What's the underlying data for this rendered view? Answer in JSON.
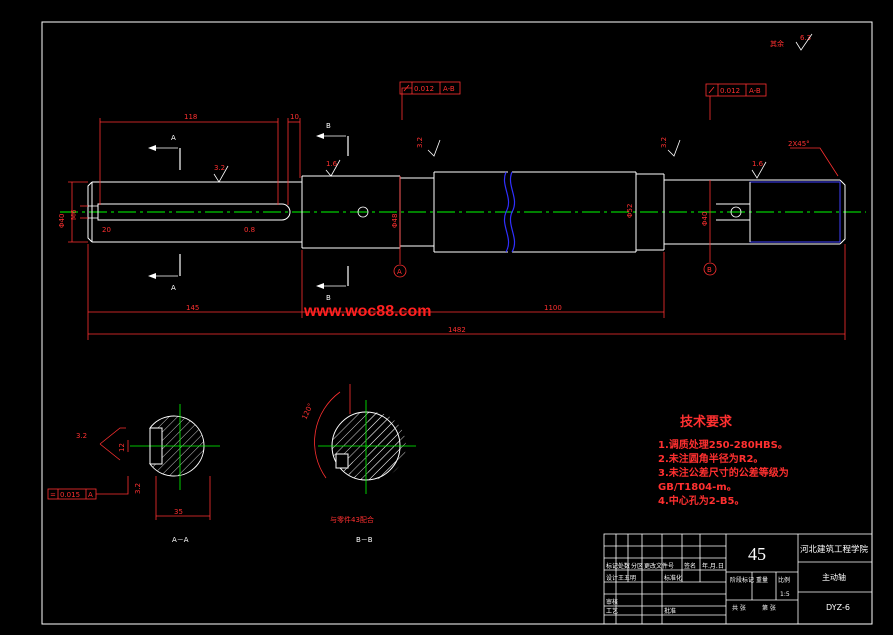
{
  "dims": {
    "d118": "118",
    "d10": "10",
    "d145": "145",
    "d1100": "1100",
    "d1482": "1482",
    "dchamfer": "2X45°",
    "dia_left": "Φ40",
    "dia_left2": "M6",
    "dia_b": "Φ48",
    "dia_mid": "Φ52",
    "dia_right": "Φ40",
    "dim20": "20",
    "dim08": "0.8",
    "dim12": "12",
    "dim35": "35"
  },
  "roughness": {
    "top_right": "6.3",
    "top_right_label": "其余",
    "r1": "3.2",
    "r2": "1.6",
    "r3": "1.6",
    "r4": "3.2",
    "r5": "3.2",
    "r6": "3.2",
    "r7": "3.2"
  },
  "tolerance": {
    "t1_val": "0.012",
    "t1_ref": "A-B",
    "t2_val": "0.012",
    "t2_ref": "A-B",
    "t3_val": "0.015",
    "t3_ref": "A"
  },
  "sections": {
    "a": "A",
    "b": "B",
    "aa_label": "A－A",
    "bb_label": "B－B",
    "bb_note": "与零件43配合",
    "datum_a": "A",
    "datum_b": "B"
  },
  "watermark": "www.woc88.com",
  "tech": {
    "title": "技术要求",
    "items": [
      "1.调质处理250-280HBS。",
      "2.未注圆角半径为R2。",
      "3.未注公差尺寸的公差等级为",
      "  GB/T1804-m。",
      "4.中心孔为2-B5。"
    ]
  },
  "titleblock": {
    "material": "45",
    "school": "河北建筑工程学院",
    "part": "主动轴",
    "code": "DYZ-6",
    "scale": "1:5",
    "headers": [
      "标记",
      "处数",
      "分区",
      "更改文件号",
      "签名",
      "年.月.日"
    ],
    "row_design": [
      "设计",
      "王五明",
      "标准化"
    ],
    "row_check": "审核",
    "row_process": "工艺",
    "row_approve": "批准",
    "stage": "阶段标记",
    "weight": "重量",
    "ratio": "比例",
    "sheets": "共 张",
    "sheet": "第 张"
  }
}
